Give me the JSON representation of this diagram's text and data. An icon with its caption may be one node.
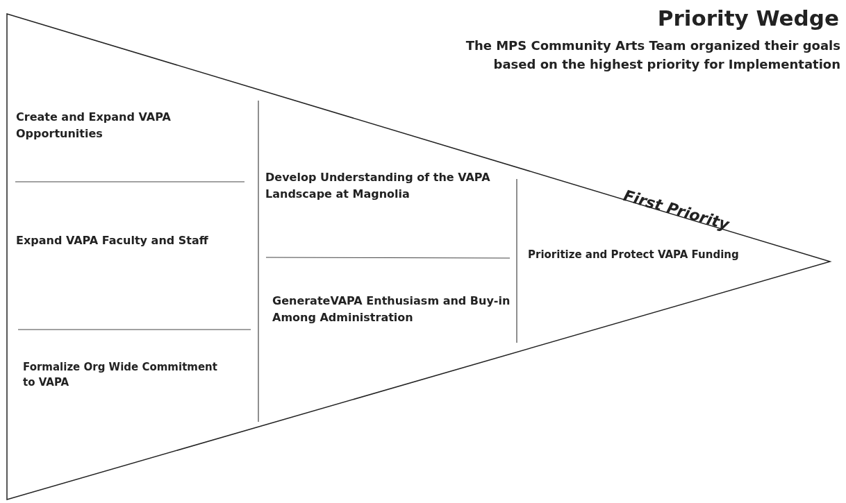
{
  "diagram": {
    "title": "Priority Wedge",
    "labels": [
      "The MPS Community Arts Team organized their goals based on the highest priority for Implementation",
      "Create and Expand VAPA Opportunities",
      "Expand VAPA Faculty and Staff",
      "Formalize Org Wide Commitment to VAPA",
      "Develop Understanding of the VAPA Landscape at Magnolia",
      "GenerateVAPA Enthusiasm and Buy-in Among Administration",
      "First Priority",
      "Prioritize and Protect VAPA Funding"
    ]
  }
}
